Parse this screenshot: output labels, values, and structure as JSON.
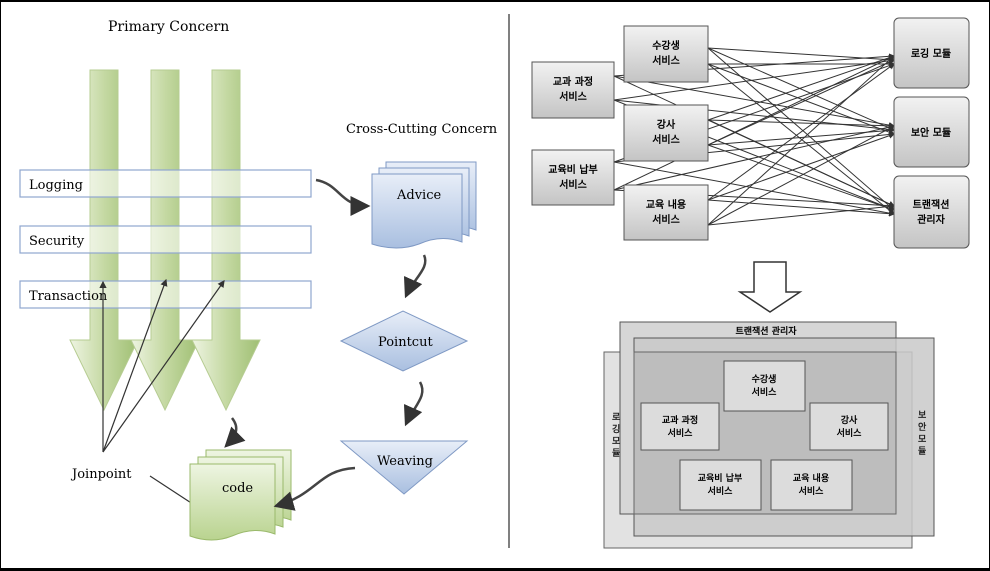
{
  "aop": {
    "primary_concern": "Primary Concern",
    "cross_cutting_concern": "Cross-Cutting Concern",
    "concerns": [
      "Logging",
      "Security",
      "Transaction"
    ],
    "advice": "Advice",
    "pointcut": "Pointcut",
    "weaving": "Weaving",
    "joinpoint": "Joinpoint",
    "code": "code"
  },
  "before": {
    "services": [
      [
        "교과 과정",
        "서비스"
      ],
      [
        "교육비 납부",
        "서비스"
      ]
    ],
    "middle": [
      [
        "수강생",
        "서비스"
      ],
      [
        "강사",
        "서비스"
      ],
      [
        "교육 내용",
        "서비스"
      ]
    ],
    "modules": [
      [
        "로깅 모듈"
      ],
      [
        "보안 모듈"
      ],
      [
        "트랜잭션",
        "관리자"
      ]
    ]
  },
  "after": {
    "outer_label": "트랜잭션 관리자",
    "left_label": [
      "로",
      "깅",
      "모",
      "듈"
    ],
    "right_label": [
      "보",
      "안",
      "모",
      "듈"
    ],
    "services": [
      [
        "수강생",
        "서비스"
      ],
      [
        "교과 과정",
        "서비스"
      ],
      [
        "강사",
        "서비스"
      ],
      [
        "교육비 납부",
        "서비스"
      ],
      [
        "교육 내용",
        "서비스"
      ]
    ]
  },
  "colors": {
    "arrow_green": "#c9dca8",
    "box_gray": "#d9d9d9",
    "shape_blue": "#c8d6ec",
    "code_green": "#d4e6b5"
  }
}
